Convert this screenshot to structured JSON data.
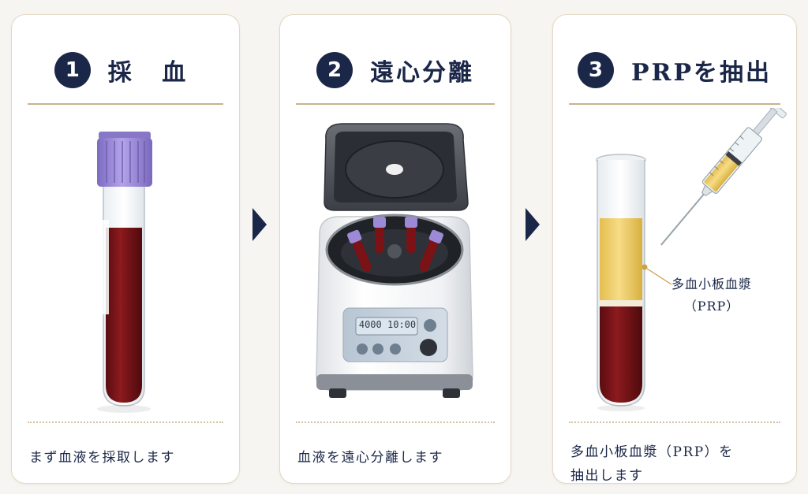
{
  "steps": [
    {
      "number": "1",
      "title": "採 血",
      "caption": "まず血液を採取します"
    },
    {
      "number": "2",
      "title": "遠心分離",
      "caption": "血液を遠心分離します"
    },
    {
      "number": "3",
      "title": "PRPを抽出",
      "caption": "多血小板血漿（PRP）を抽出します",
      "caption_line1": "多血小板血漿（PRP）を",
      "caption_line2": "抽出します",
      "callout_line1": "多血小板血漿",
      "callout_line2": "（PRP）"
    }
  ],
  "centrifuge": {
    "display": "4000 · 10:00",
    "display_rpm": "4000",
    "display_time": "10:00"
  },
  "colors": {
    "navy": "#1b2748",
    "gold": "#c9b48c",
    "blood": "#7a1216",
    "plasma": "#f3d574",
    "cap": "#9c8ad6"
  },
  "icons": {
    "arrow": "chevron-right-icon"
  }
}
